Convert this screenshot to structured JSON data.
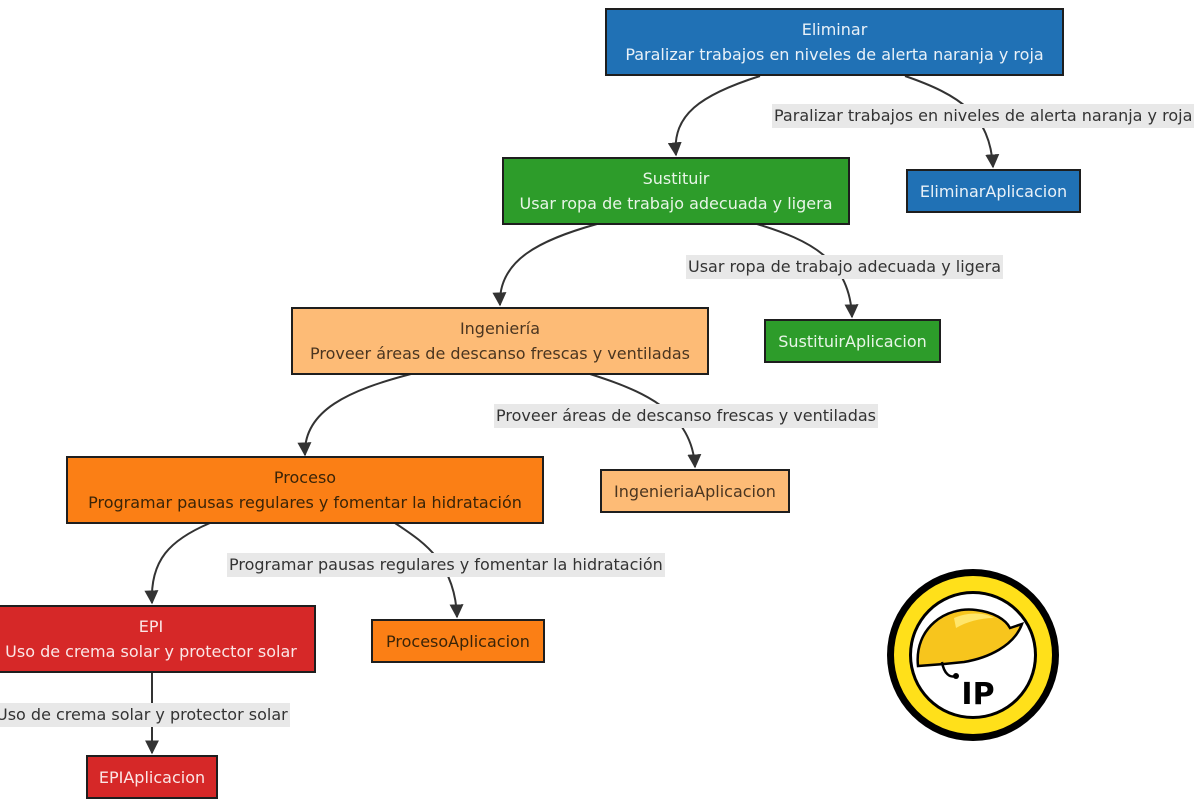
{
  "diagram": {
    "nodes": {
      "eliminar": {
        "title": "Eliminar",
        "desc": "Paralizar trabajos en niveles de alerta naranja y roja"
      },
      "sustituir": {
        "title": "Sustituir",
        "desc": "Usar ropa de trabajo adecuada y ligera"
      },
      "ingenieria": {
        "title": "Ingeniería",
        "desc": "Proveer áreas de descanso frescas y ventiladas"
      },
      "proceso": {
        "title": "Proceso",
        "desc": "Programar pausas regulares y fomentar la hidratación"
      },
      "epi": {
        "title": "EPI",
        "desc": "Uso de crema solar y protector solar"
      },
      "eliminar_app": {
        "label": "EliminarAplicacion"
      },
      "sustituir_app": {
        "label": "SustituirAplicacion"
      },
      "ingenieria_app": {
        "label": "IngenieriaAplicacion"
      },
      "proceso_app": {
        "label": "ProcesoAplicacion"
      },
      "epi_app": {
        "label": "EPIAplicacion"
      }
    },
    "edge_labels": {
      "eliminar": "Paralizar trabajos en niveles de alerta naranja y roja",
      "sustituir": "Usar ropa de trabajo adecuada y ligera",
      "ingenieria": "Proveer áreas de descanso frescas y ventiladas",
      "proceso": "Programar pausas regulares y fomentar la hidratación",
      "epi": "Uso de crema solar y protector solar"
    },
    "colors": {
      "eliminar": "#2071b5",
      "sustituir": "#2d9c2a",
      "ingenieria": "#fdbb76",
      "proceso": "#fb7f15",
      "epi": "#d62828",
      "edge": "#333333"
    }
  },
  "logo": {
    "text": "IP",
    "icon": "hard-hat-icon",
    "ring_color": "#ffe01a"
  }
}
